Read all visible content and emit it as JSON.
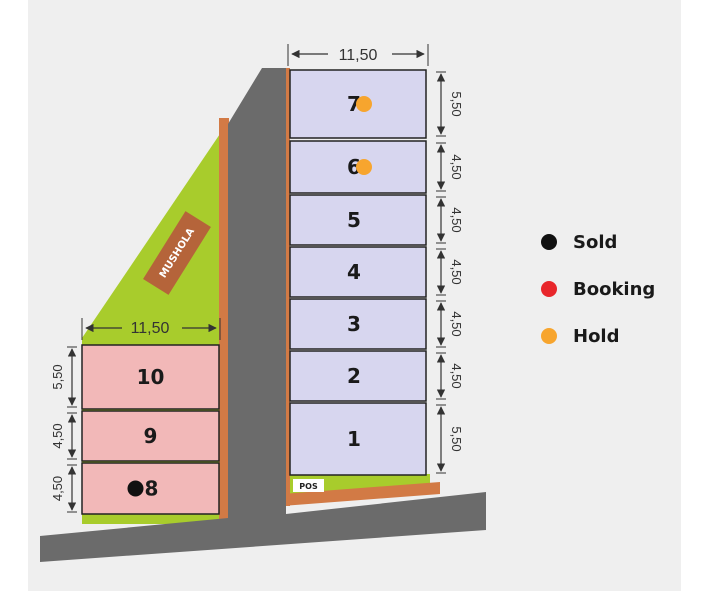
{
  "site_plan": {
    "dimension_width_right": "11,50",
    "dimension_width_left": "11,50",
    "right_lots": [
      {
        "label": "7",
        "depth": "5,50",
        "status": "hold"
      },
      {
        "label": "6",
        "depth": "4,50",
        "status": "hold"
      },
      {
        "label": "5",
        "depth": "4,50",
        "status": null
      },
      {
        "label": "4",
        "depth": "4,50",
        "status": null
      },
      {
        "label": "3",
        "depth": "4,50",
        "status": null
      },
      {
        "label": "2",
        "depth": "4,50",
        "status": null
      },
      {
        "label": "1",
        "depth": "5,50",
        "status": null
      }
    ],
    "left_lots": [
      {
        "label": "10",
        "depth": "5,50",
        "status": null
      },
      {
        "label": "9",
        "depth": "4,50",
        "status": null
      },
      {
        "label": "8",
        "depth": "4,50",
        "status": "sold"
      }
    ],
    "mushola_label": "MUSHOLA",
    "pos_label": "POS"
  },
  "legend": {
    "items": [
      {
        "key": "sold",
        "label": "Sold",
        "color": "#111111"
      },
      {
        "key": "booking",
        "label": "Booking",
        "color": "#e8262b"
      },
      {
        "key": "hold",
        "label": "Hold",
        "color": "#f7a52e"
      }
    ]
  },
  "colors": {
    "background_panel": "#efefef",
    "road": "#6b6b6b",
    "grass": "#a8cc2c",
    "border_strip": "#d27a45",
    "right_lot_fill": "#d7d6ef",
    "left_lot_fill": "#f2b8b8",
    "mushola_fill": "#b5643a"
  }
}
